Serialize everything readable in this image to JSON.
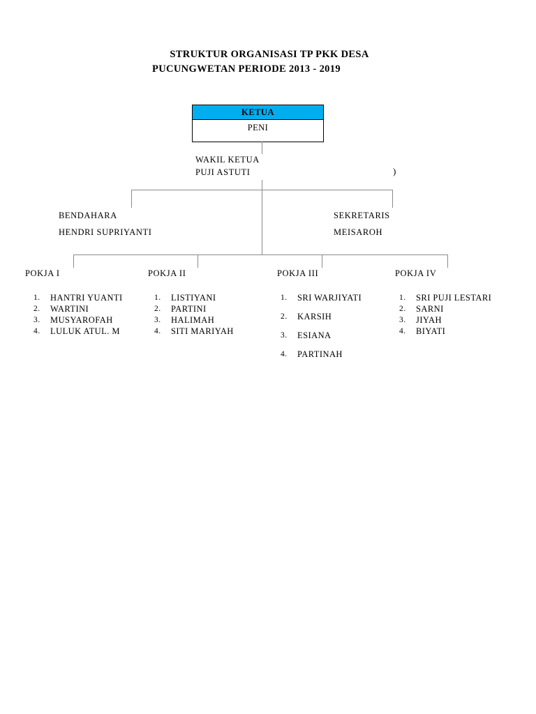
{
  "document": {
    "title_line_1": "STRUKTUR ORGANISASI TP PKK DESA",
    "title_line_2": "PUCUNGWETAN PERIODE 2013 - 2019"
  },
  "colors": {
    "header_fill": "#00AEEF",
    "line": "#8a8a8a",
    "text": "#000000"
  },
  "ketua_box": {
    "header_label": "KETUA",
    "name": "PENI"
  },
  "wakil_ketua": {
    "role": "WAKIL KETUA",
    "name": "PUJI ASTUTI",
    "stray_char": ")"
  },
  "bendahara": {
    "role": "BENDAHARA",
    "name": "HENDRI SUPRIYANTI"
  },
  "sekretaris": {
    "role": "SEKRETARIS",
    "name": "MEISAROH"
  },
  "pokja": [
    {
      "heading": "POKJA I",
      "members": [
        "HANTRI YUANTI",
        "WARTINI",
        "MUSYAROFAH",
        "LULUK ATUL. M"
      ],
      "numbers": [
        "1.",
        "2.",
        "3.",
        "4."
      ]
    },
    {
      "heading": "POKJA II",
      "members": [
        "LISTIYANI",
        "PARTINI",
        "HALIMAH",
        "SITI MARIYAH"
      ],
      "numbers": [
        "1.",
        "2.",
        "3.",
        "4."
      ]
    },
    {
      "heading": "POKJA III",
      "members": [
        "SRI WARJIYATI",
        "KARSIH",
        "ESIANA",
        "PARTINAH"
      ],
      "numbers": [
        "1.",
        "2.",
        "3.",
        "4."
      ]
    },
    {
      "heading": "POKJA IV",
      "members": [
        "SRI PUJI LESTARI",
        "SARNI",
        "JIYAH",
        "BIYATI"
      ],
      "numbers": [
        "1.",
        "2.",
        "3.",
        "4."
      ]
    }
  ]
}
